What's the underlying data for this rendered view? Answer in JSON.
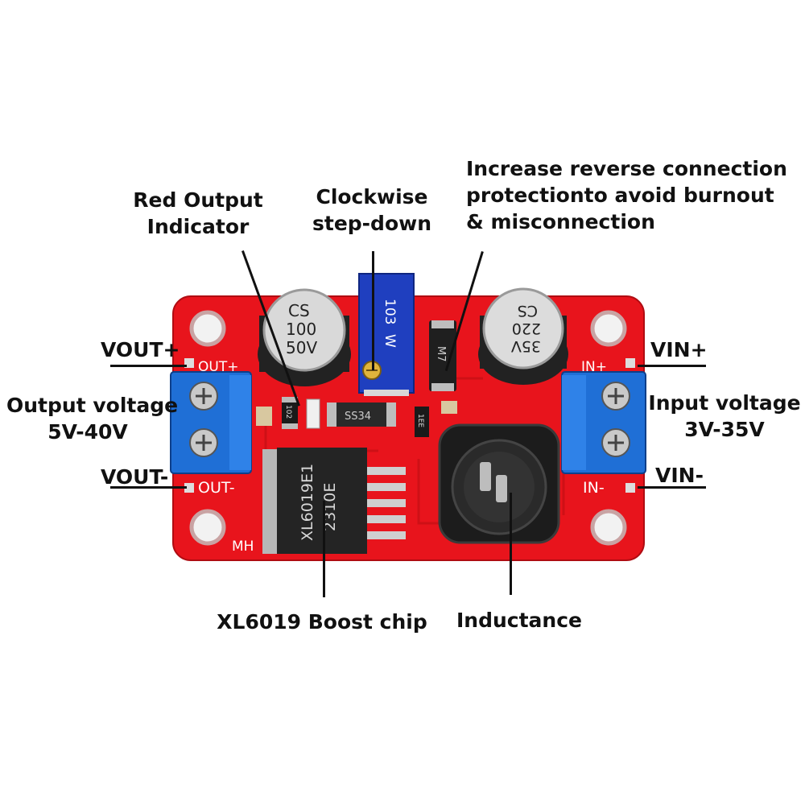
{
  "callouts": {
    "red_output_indicator": [
      "Red Output",
      "Indicator"
    ],
    "clockwise": [
      "Clockwise",
      "step-down"
    ],
    "reverse_protection": [
      "Increase reverse connection",
      "protectionto avoid burnout",
      "& misconnection"
    ],
    "vout_plus": "VOUT+",
    "vout_minus": "VOUT-",
    "output_voltage": [
      "Output voltage",
      "5V-40V"
    ],
    "vin_plus": "VIN+",
    "vin_minus": "VIN-",
    "input_voltage": [
      "Input voltage",
      "3V-35V"
    ],
    "boost_chip": "XL6019 Boost chip",
    "inductance": "Inductance"
  },
  "board": {
    "pcb_color": "#e8141c",
    "silk_out_plus": "OUT+",
    "silk_out_minus": "OUT-",
    "silk_in_plus": "IN+",
    "silk_in_minus": "IN-",
    "silk_mh": "MH",
    "cap_left": [
      "CS",
      "100",
      "50V"
    ],
    "cap_right": [
      "35V",
      "220",
      "CS"
    ],
    "pot_marking": [
      "103",
      "W"
    ],
    "chip_marking": [
      "XL6019E1",
      "2310E"
    ],
    "diode_marking": "SS34",
    "small_diode_marking": "M7",
    "resistor_marking": "102",
    "smd_marking": "1EE"
  }
}
